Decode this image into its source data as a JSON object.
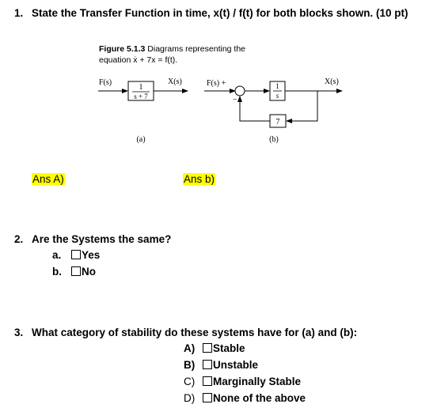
{
  "q1": {
    "number": "1.",
    "text": "State the Transfer Function in time, x(t) / f(t)  for both blocks shown. (10 pt)"
  },
  "figure": {
    "caption_label": "Figure 5.1.3",
    "caption_text": "Diagrams representing the",
    "caption_line2": "equation ẋ + 7x = f(t).",
    "a": {
      "input": "F(s)",
      "output": "X(s)",
      "num": "1",
      "den": "s + 7",
      "label": "(a)"
    },
    "b": {
      "input": "F(s) +",
      "minus": "−",
      "output": "X(s)",
      "int_num": "1",
      "int_den": "s",
      "gain": "7",
      "label": "(b)"
    }
  },
  "ans_a": "Ans A)",
  "ans_b": "Ans b)",
  "q2": {
    "number": "2.",
    "text": "Are the Systems the same?",
    "options": [
      {
        "label": "a.",
        "text": "Yes"
      },
      {
        "label": "b.",
        "text": "No"
      }
    ]
  },
  "q3": {
    "number": "3.",
    "text": "What category of stability do these systems have for (a) and (b):",
    "options": [
      {
        "label": "A)",
        "text": "Stable"
      },
      {
        "label": "B)",
        "text": "Unstable"
      },
      {
        "label": "C)",
        "text": "Marginally Stable"
      },
      {
        "label": "D)",
        "text": "None of the above"
      }
    ]
  }
}
